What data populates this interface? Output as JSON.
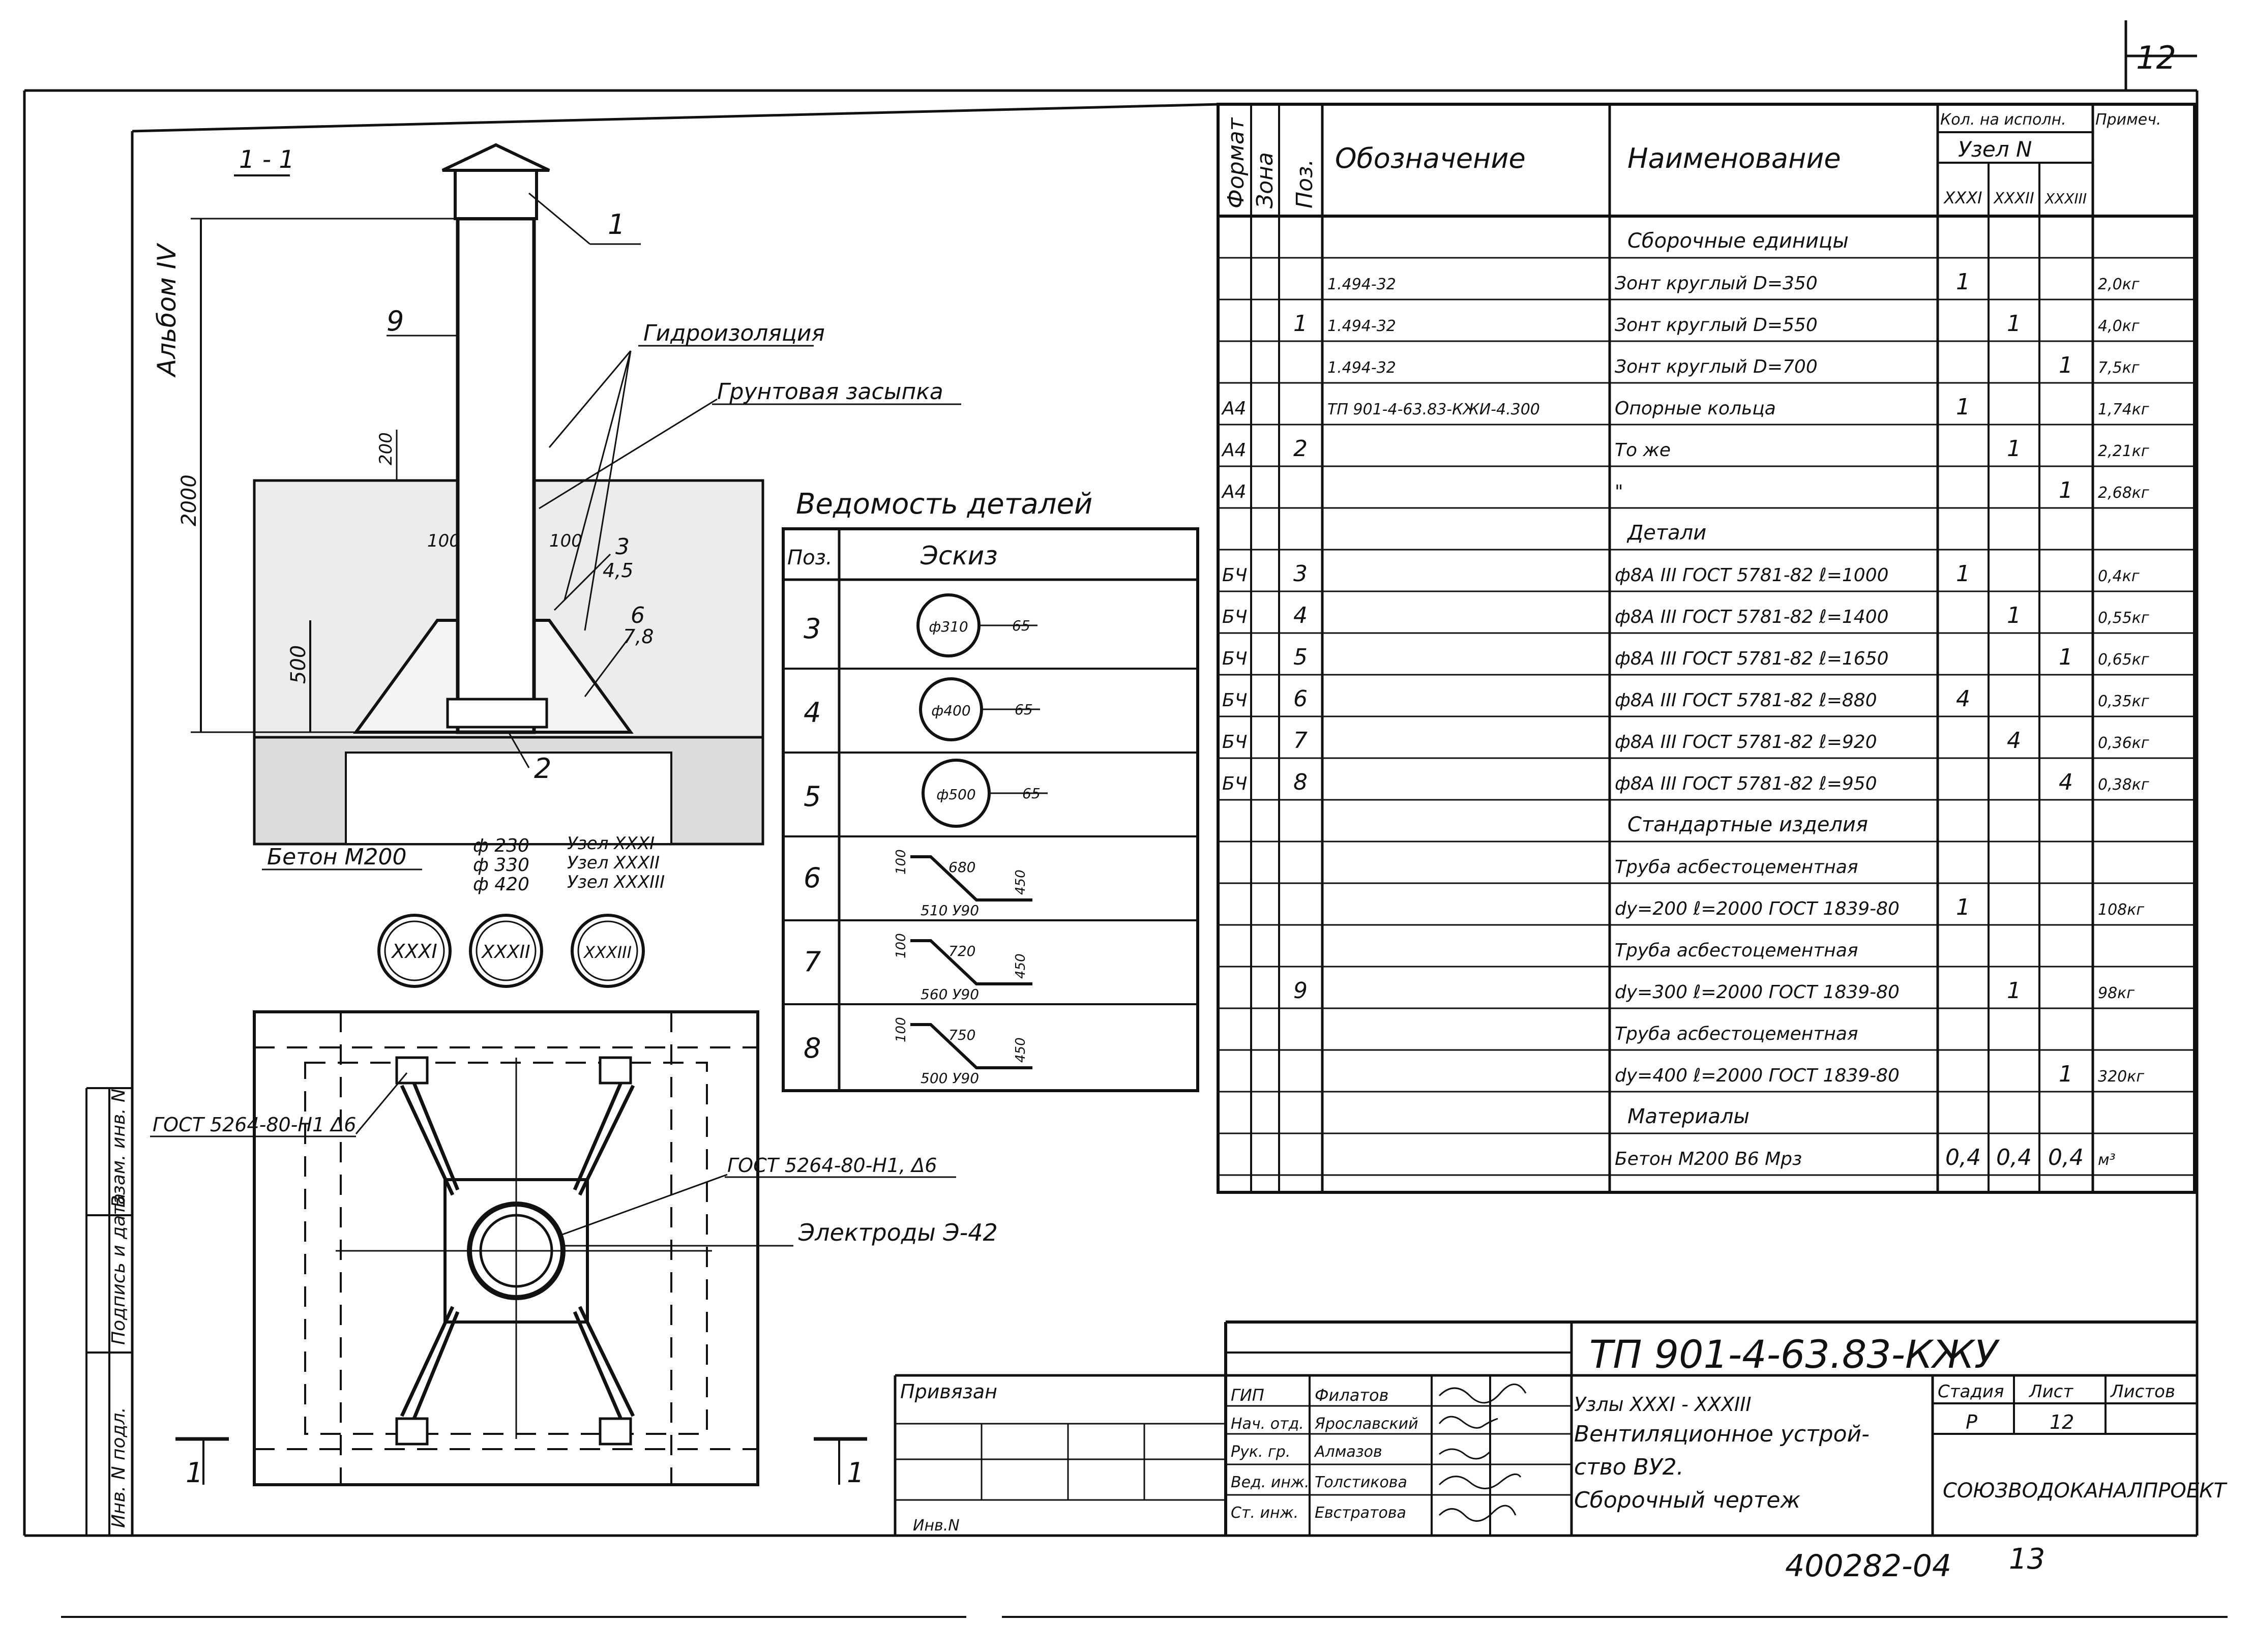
{
  "sheet_number": "12",
  "footer_number": "400282-04",
  "footer_page": "13",
  "side_label": "Альбом IV",
  "section": {
    "title": "1 - 1",
    "grout_label": "Гидроизоляция",
    "backfill_label": "Грунтовая засыпка",
    "concrete_label": "Бетон М200",
    "dim_2000": "2000",
    "dim_500": "500",
    "dim_200": "200",
    "dim_100_left": "100",
    "dim_100_right": "100",
    "diameters": [
      "ф 230",
      "ф 330",
      "ф 420"
    ],
    "nodes": [
      "Узел XXXI",
      "Узел XXXII",
      "Узел XXXIII"
    ],
    "callouts": [
      "1",
      "9",
      "3",
      "4,5",
      "6",
      "7,8",
      "2"
    ]
  },
  "node_circles": [
    "XXXI",
    "XXXII",
    "XXXIII"
  ],
  "plan": {
    "weld_note_left": "ГОСТ 5264-80-Н1 Δ6",
    "weld_note_right": "ГОСТ 5264-80-Н1, Δ6",
    "electrodes": "Электроды Э-42",
    "section_mark_left": "1",
    "section_mark_right": "1"
  },
  "details": {
    "title": "Ведомость деталей",
    "headers": [
      "Поз.",
      "Эскиз"
    ],
    "rows": [
      {
        "pos": "3",
        "sketch": [
          "ф310",
          "65"
        ]
      },
      {
        "pos": "4",
        "sketch": [
          "ф400",
          "65"
        ]
      },
      {
        "pos": "5",
        "sketch": [
          "ф500",
          "65"
        ]
      },
      {
        "pos": "6",
        "sketch": [
          "100",
          "680",
          "450",
          "510 У90"
        ]
      },
      {
        "pos": "7",
        "sketch": [
          "100",
          "720",
          "450",
          "560 У90"
        ]
      },
      {
        "pos": "8",
        "sketch": [
          "100",
          "750",
          "450",
          "500 У90"
        ]
      }
    ]
  },
  "spec": {
    "headers": {
      "format": "Формат",
      "zone": "Зона",
      "pos": "Поз.",
      "designation": "Обозначение",
      "name": "Наименование",
      "qty": "Кол. на исполн.",
      "node": "Узел N",
      "cols": [
        "XXXI",
        "XXXII",
        "XXXIII"
      ],
      "note": "Примеч."
    },
    "rows": [
      {
        "fmt": "",
        "pos": "",
        "des": "",
        "name": "Сборочные единицы",
        "q1": "",
        "q2": "",
        "q3": "",
        "note": ""
      },
      {
        "fmt": "",
        "pos": "",
        "des": "1.494-32",
        "name": "Зонт круглый D=350",
        "q1": "1",
        "q2": "",
        "q3": "",
        "note": "2,0кг"
      },
      {
        "fmt": "",
        "pos": "1",
        "des": "1.494-32",
        "name": "Зонт круглый D=550",
        "q1": "",
        "q2": "1",
        "q3": "",
        "note": "4,0кг"
      },
      {
        "fmt": "",
        "pos": "",
        "des": "1.494-32",
        "name": "Зонт круглый D=700",
        "q1": "",
        "q2": "",
        "q3": "1",
        "note": "7,5кг"
      },
      {
        "fmt": "А4",
        "pos": "",
        "des": "ТП 901-4-63.83-КЖИ-4.300",
        "name": "Опорные кольца",
        "q1": "1",
        "q2": "",
        "q3": "",
        "note": "1,74кг"
      },
      {
        "fmt": "А4",
        "pos": "2",
        "des": "",
        "name": "То же",
        "q1": "",
        "q2": "1",
        "q3": "",
        "note": "2,21кг"
      },
      {
        "fmt": "А4",
        "pos": "",
        "des": "",
        "name": "\"",
        "q1": "",
        "q2": "",
        "q3": "1",
        "note": "2,68кг"
      },
      {
        "fmt": "",
        "pos": "",
        "des": "",
        "name": "Детали",
        "q1": "",
        "q2": "",
        "q3": "",
        "note": ""
      },
      {
        "fmt": "БЧ",
        "pos": "3",
        "des": "",
        "name": "ф8А III ГОСТ 5781-82 ℓ=1000",
        "q1": "1",
        "q2": "",
        "q3": "",
        "note": "0,4кг"
      },
      {
        "fmt": "БЧ",
        "pos": "4",
        "des": "",
        "name": "ф8А III ГОСТ 5781-82 ℓ=1400",
        "q1": "",
        "q2": "1",
        "q3": "",
        "note": "0,55кг"
      },
      {
        "fmt": "БЧ",
        "pos": "5",
        "des": "",
        "name": "ф8А III ГОСТ 5781-82 ℓ=1650",
        "q1": "",
        "q2": "",
        "q3": "1",
        "note": "0,65кг"
      },
      {
        "fmt": "БЧ",
        "pos": "6",
        "des": "",
        "name": "ф8А III ГОСТ 5781-82 ℓ=880",
        "q1": "4",
        "q2": "",
        "q3": "",
        "note": "0,35кг"
      },
      {
        "fmt": "БЧ",
        "pos": "7",
        "des": "",
        "name": "ф8А III ГОСТ 5781-82 ℓ=920",
        "q1": "",
        "q2": "4",
        "q3": "",
        "note": "0,36кг"
      },
      {
        "fmt": "БЧ",
        "pos": "8",
        "des": "",
        "name": "ф8А III ГОСТ 5781-82 ℓ=950",
        "q1": "",
        "q2": "",
        "q3": "4",
        "note": "0,38кг"
      },
      {
        "fmt": "",
        "pos": "",
        "des": "",
        "name": "Стандартные изделия",
        "q1": "",
        "q2": "",
        "q3": "",
        "note": ""
      },
      {
        "fmt": "",
        "pos": "",
        "des": "",
        "name": "Труба асбестоцементная",
        "q1": "",
        "q2": "",
        "q3": "",
        "note": ""
      },
      {
        "fmt": "",
        "pos": "",
        "des": "",
        "name": "dy=200 ℓ=2000 ГОСТ 1839-80",
        "q1": "1",
        "q2": "",
        "q3": "",
        "note": "108кг"
      },
      {
        "fmt": "",
        "pos": "",
        "des": "",
        "name": "Труба асбестоцементная",
        "q1": "",
        "q2": "",
        "q3": "",
        "note": ""
      },
      {
        "fmt": "",
        "pos": "9",
        "des": "",
        "name": "dy=300 ℓ=2000 ГОСТ 1839-80",
        "q1": "",
        "q2": "1",
        "q3": "",
        "note": "98кг"
      },
      {
        "fmt": "",
        "pos": "",
        "des": "",
        "name": "Труба асбестоцементная",
        "q1": "",
        "q2": "",
        "q3": "",
        "note": ""
      },
      {
        "fmt": "",
        "pos": "",
        "des": "",
        "name": "dy=400 ℓ=2000 ГОСТ 1839-80",
        "q1": "",
        "q2": "",
        "q3": "1",
        "note": "320кг"
      },
      {
        "fmt": "",
        "pos": "",
        "des": "",
        "name": "Материалы",
        "q1": "",
        "q2": "",
        "q3": "",
        "note": ""
      },
      {
        "fmt": "",
        "pos": "",
        "des": "",
        "name": "Бетон М200 В6 Мрз",
        "q1": "0,4",
        "q2": "0,4",
        "q3": "0,4",
        "note": "м³"
      }
    ]
  },
  "title_block": {
    "code": "ТП 901-4-63.83-КЖУ",
    "bound": "Привязан",
    "inv": "Инв.N",
    "roles": [
      "ГИП",
      "Нач. отд.",
      "Рук. гр.",
      "Вед. инж.",
      "Ст. инж."
    ],
    "names": [
      "Филатов",
      "Ярославский",
      "Алмазов",
      "Толстикова",
      "Евстратова"
    ],
    "desc1": "Узлы XXXI - XXXIII",
    "desc2": "Вентиляционное устрой-",
    "desc3": "ство ВУ2.",
    "desc4": "Сборочный чертеж",
    "stage_h": "Стадия",
    "sheet_h": "Лист",
    "sheets_h": "Листов",
    "stage": "Р",
    "sheet": "12",
    "org": "СОЮЗВОДОКАНАЛПРОЕКТ"
  },
  "margin_labels": [
    "Взам. инв. N",
    "Подпись и дата",
    "Инв. N подл."
  ]
}
